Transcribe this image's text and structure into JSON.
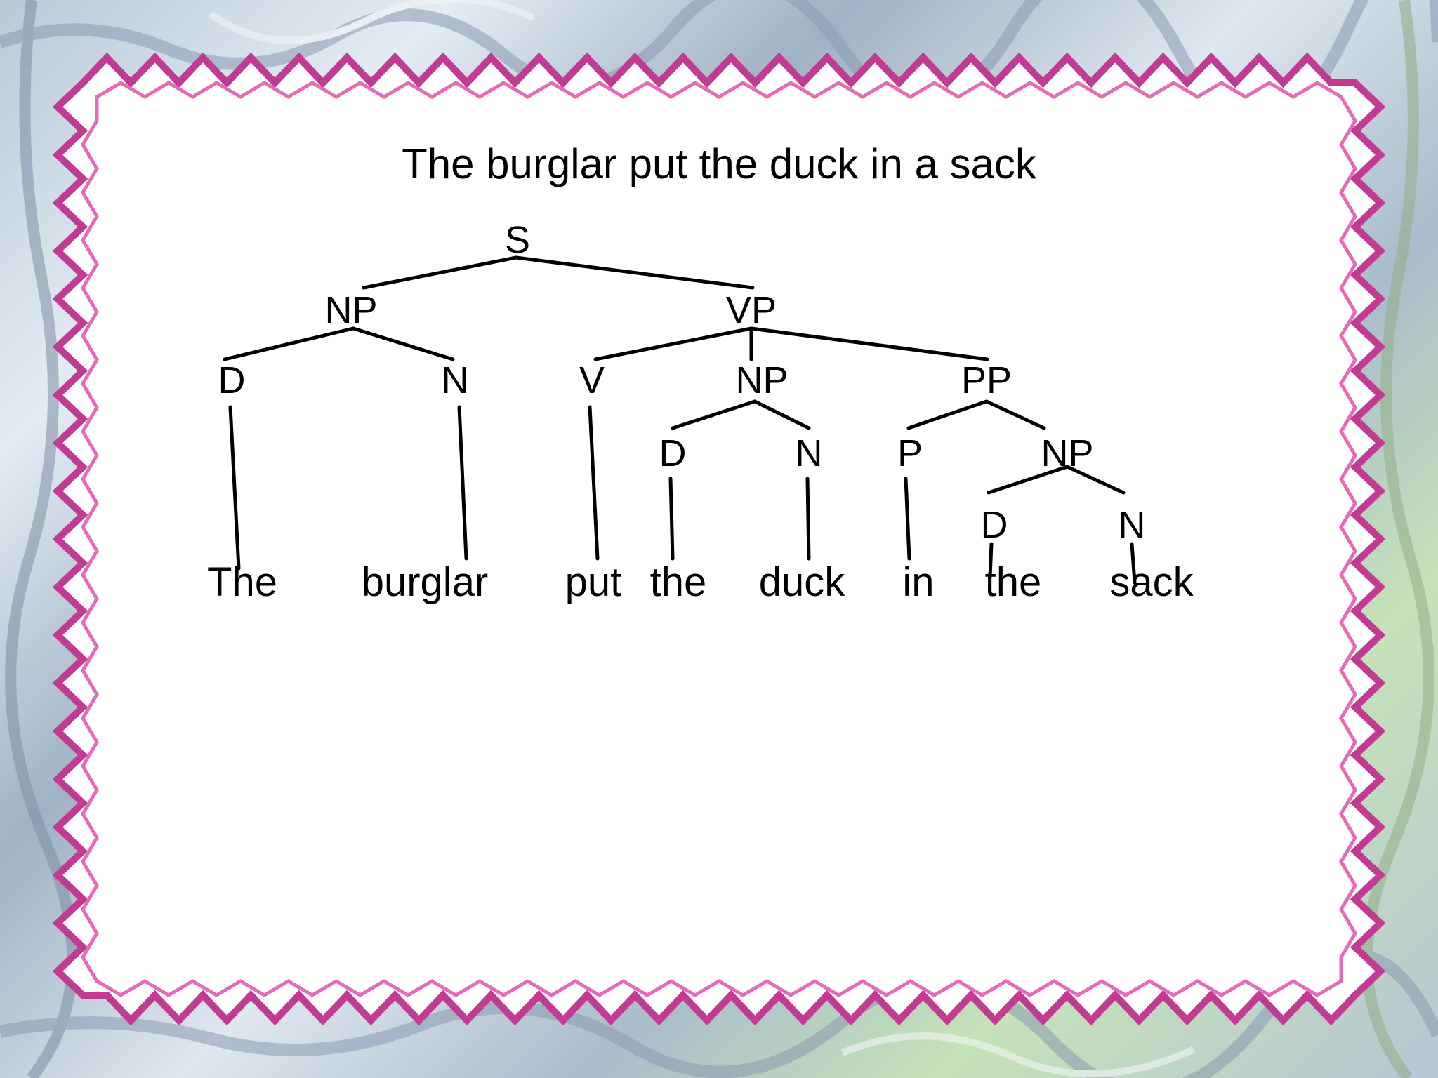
{
  "slide": {
    "title": "The burglar put the duck in a sack",
    "frame": {
      "border_color": "#d04a9e",
      "border_dark": "#7e2a63",
      "texture_colors": [
        "#b9c9d6",
        "#e4ecf3",
        "#9fb2c3",
        "#c5e2b8",
        "#7f8fa6"
      ],
      "background": "#ffffff"
    }
  },
  "tree": {
    "nodes": [
      {
        "id": "s",
        "label": "S"
      },
      {
        "id": "np1",
        "label": "NP"
      },
      {
        "id": "vp",
        "label": "VP"
      },
      {
        "id": "d1",
        "label": "D"
      },
      {
        "id": "n1",
        "label": "N"
      },
      {
        "id": "v",
        "label": "V"
      },
      {
        "id": "np2",
        "label": "NP"
      },
      {
        "id": "pp",
        "label": "PP"
      },
      {
        "id": "d2",
        "label": "D"
      },
      {
        "id": "n2",
        "label": "N"
      },
      {
        "id": "p",
        "label": "P"
      },
      {
        "id": "np3",
        "label": "NP"
      },
      {
        "id": "d3",
        "label": "D"
      },
      {
        "id": "n3",
        "label": "N"
      }
    ],
    "words": [
      {
        "id": "w1",
        "text": "The"
      },
      {
        "id": "w2",
        "text": "burglar"
      },
      {
        "id": "w3",
        "text": "put"
      },
      {
        "id": "w4",
        "text": "the"
      },
      {
        "id": "w5",
        "text": "duck"
      },
      {
        "id": "w6",
        "text": "in"
      },
      {
        "id": "w7",
        "text": "the"
      },
      {
        "id": "w8",
        "text": "sack"
      }
    ],
    "edges": [
      [
        "s",
        "np1"
      ],
      [
        "s",
        "vp"
      ],
      [
        "np1",
        "d1"
      ],
      [
        "np1",
        "n1"
      ],
      [
        "vp",
        "v"
      ],
      [
        "vp",
        "np2"
      ],
      [
        "vp",
        "pp"
      ],
      [
        "np2",
        "d2"
      ],
      [
        "np2",
        "n2"
      ],
      [
        "pp",
        "p"
      ],
      [
        "pp",
        "np3"
      ],
      [
        "np3",
        "d3"
      ],
      [
        "np3",
        "n3"
      ],
      [
        "d1",
        "w1"
      ],
      [
        "n1",
        "w2"
      ],
      [
        "v",
        "w3"
      ],
      [
        "d2",
        "w4"
      ],
      [
        "n2",
        "w5"
      ],
      [
        "p",
        "w6"
      ],
      [
        "d3",
        "w7"
      ],
      [
        "n3",
        "w8"
      ]
    ]
  }
}
